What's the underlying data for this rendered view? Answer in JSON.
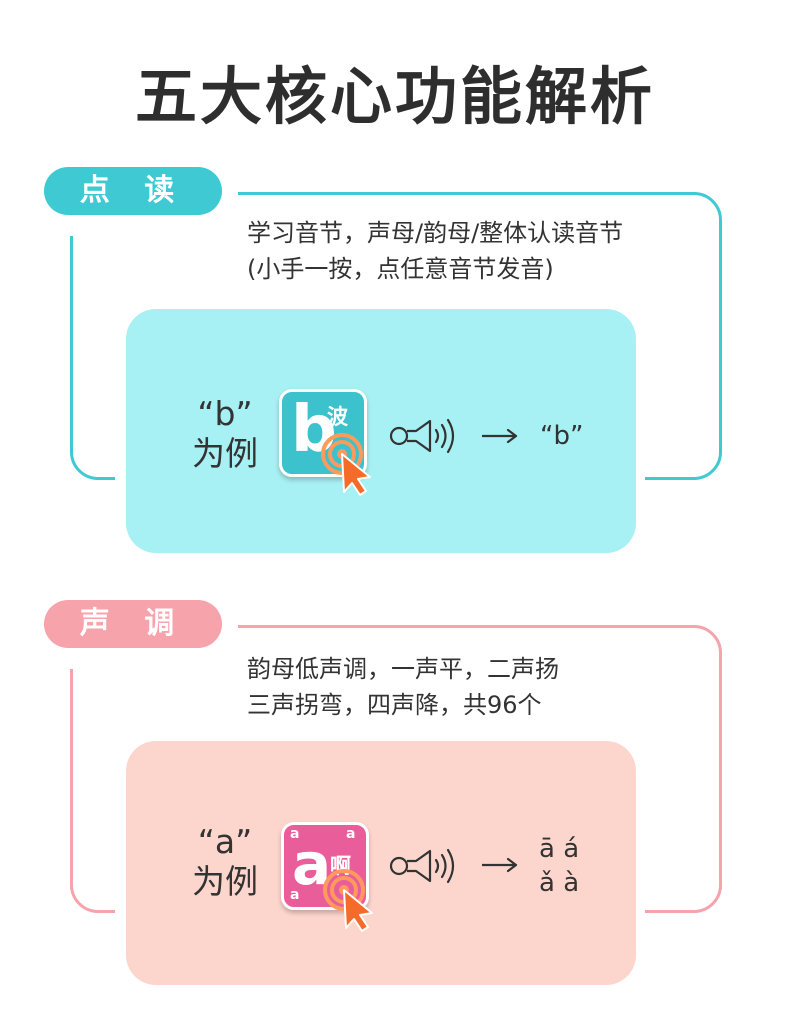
{
  "page": {
    "title": "五大核心功能解析"
  },
  "sections": [
    {
      "label": "点 读",
      "line1": "学习音节，声母/韵母/整体认读音节",
      "line2": "(小手一按，点任意音节发音)",
      "example_letter_quote": "“b”",
      "example_suffix": "为例",
      "tile_letter": "b",
      "tile_hanzi": "波",
      "result_line1": "“b”",
      "accent_color": "#3ec9d3",
      "card_color": "#a7f0f3",
      "tile_color": "#3cc2cc"
    },
    {
      "label": "声 调",
      "line1": "韵母低声调，一声平，二声扬",
      "line2": "三声拐弯，四声降，共96个",
      "example_letter_quote": "“a”",
      "example_suffix": "为例",
      "tile_letter": "a",
      "tile_hanzi": "啊",
      "tile_corner": "a",
      "result_line1": "ā á",
      "result_line2": "ǎ à",
      "accent_color": "#f6a3ab",
      "card_color": "#fcd6cc",
      "tile_color": "#ea5d9b"
    }
  ]
}
